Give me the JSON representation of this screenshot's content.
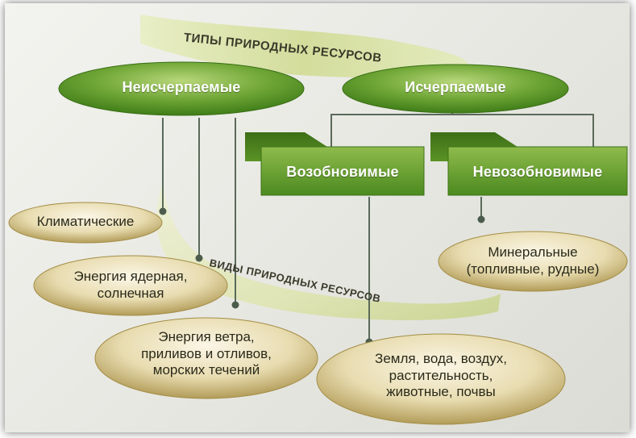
{
  "title": "ТИПЫ ПРИРОДНЫХ РЕСУРСОВ",
  "subtitle": "ВИДЫ ПРИРОДНЫХ РЕСУРСОВ",
  "nodes": {
    "inexhaustible": "Неисчерпаемые",
    "exhaustible": "Исчерпаемые",
    "renewable": "Возобновимые",
    "nonrenewable": "Невозобновимые",
    "climatic": "Климатические",
    "nuclear_solar": [
      "Энергия ядерная,",
      "солнечная"
    ],
    "wind_tides": [
      "Энергия ветра,",
      "приливов и отливов,",
      "морских течений"
    ],
    "mineral": [
      "Минеральные",
      "(топливные, рудные)"
    ],
    "earth_water": [
      "Земля, вода, воздух,",
      "растительность,",
      "животные, почвы"
    ]
  },
  "colors": {
    "green_dark": "#4a8a1e",
    "green_light": "#a9cc6a",
    "tan_dark": "#a08a40",
    "tan_light": "#f3ead0",
    "ribbon": "#d6e0a0"
  }
}
